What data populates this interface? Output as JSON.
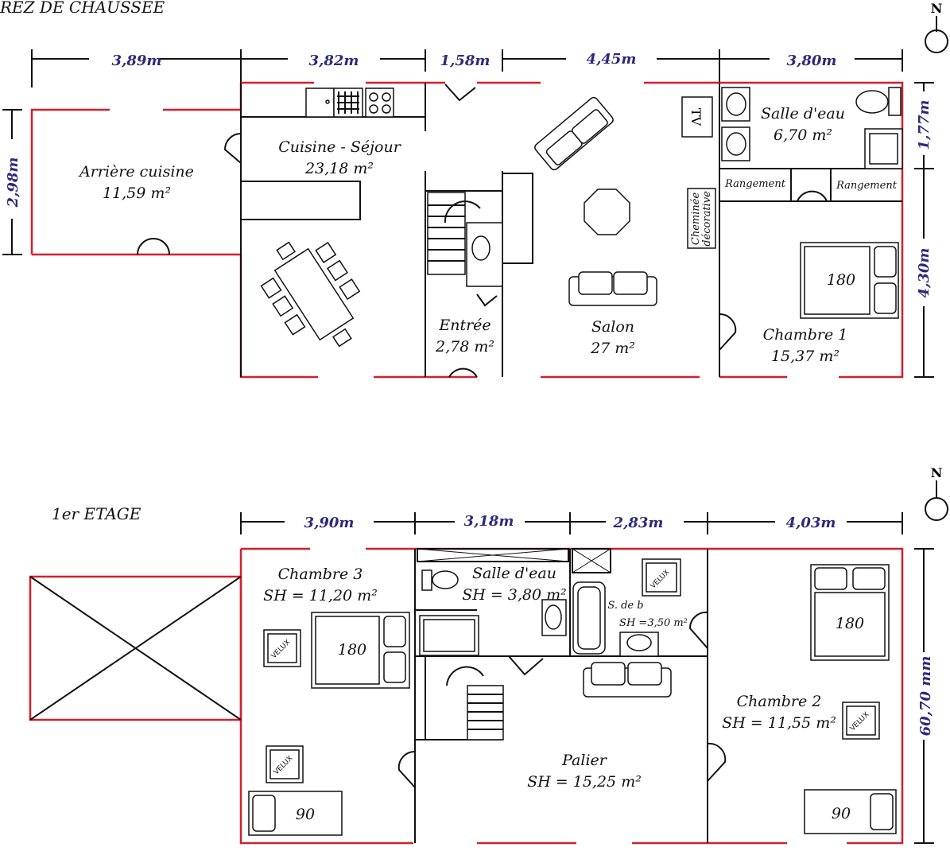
{
  "ground_floor": {
    "title": "REZ DE CHAUSSEE",
    "dimensions": {
      "d1": "3,89m",
      "d2": "3,82m",
      "d3": "1,58m",
      "d4": "4,45m",
      "d5": "3,80m",
      "left": "2,98m",
      "right1": "1,77m",
      "right2": "4,30m"
    },
    "rooms": {
      "arriere_name": "Arrière cuisine",
      "arriere_area": "11,59 m²",
      "cuisine_name": "Cuisine - Séjour",
      "cuisine_area": "23,18 m²",
      "entree_name": "Entrée",
      "entree_area": "2,78 m²",
      "salon_name": "Salon",
      "salon_area": "27 m²",
      "sde_name": "Salle d'eau",
      "sde_area": "6,70 m²",
      "rangement1": "Rangement",
      "rangement2": "Rangement",
      "chambre1_name": "Chambre 1",
      "chambre1_area": "15,37 m²",
      "cheminee1": "Cheminée",
      "cheminee2": "décorative",
      "tv": "TV",
      "bed": "180"
    },
    "north": "N"
  },
  "first_floor": {
    "title": "1er ETAGE",
    "dimensions": {
      "d1": "3,90m",
      "d2": "3,18m",
      "d3": "2,83m",
      "d4": "4,03m",
      "right": "60,70 mm"
    },
    "rooms": {
      "chambre3_name": "Chambre 3",
      "chambre3_area": "SH = 11,20 m²",
      "sde_name": "Salle d'eau",
      "sde_area": "SH = 3,80 m²",
      "sdb_name": "S. de b",
      "sdb_area": "SH =3,50 m²",
      "chambre2_name": "Chambre 2",
      "chambre2_area": "SH = 11,55 m²",
      "palier_name": "Palier",
      "palier_area": "SH = 15,25 m²",
      "bed_c3": "180",
      "bed_c3_small": "90",
      "bed_c2": "180",
      "bed_c2_small": "90",
      "velux": "VELUX"
    },
    "north": "N"
  }
}
